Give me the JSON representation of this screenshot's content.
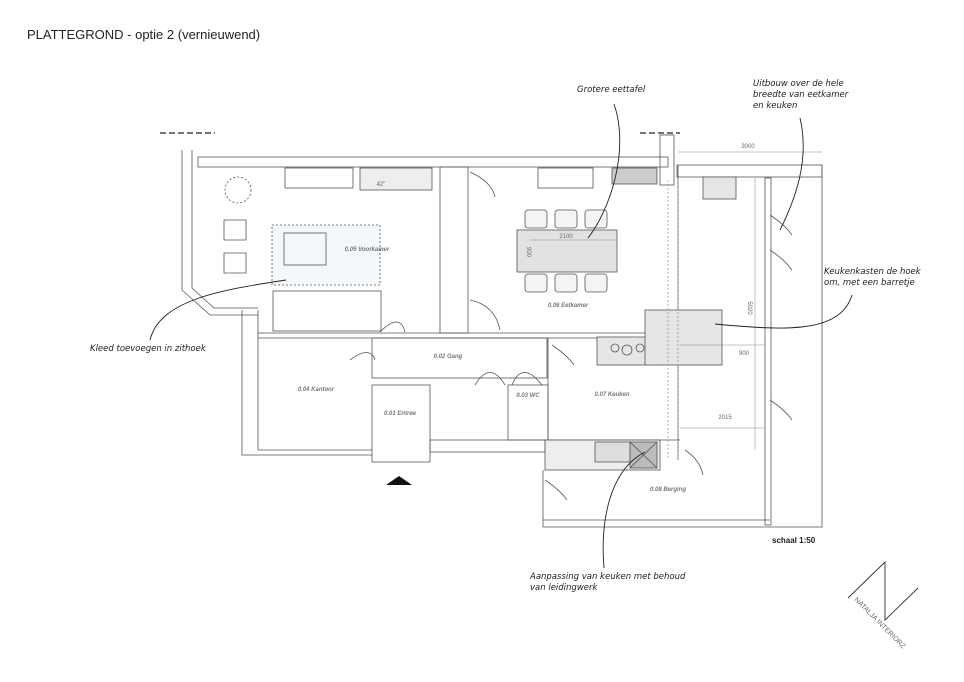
{
  "title": "PLATTEGROND - optie 2 (vernieuwend)",
  "rooms": {
    "voorkamer": "0.05 Voorkamer",
    "eetkamer": "0.06 Eetkamer",
    "gang": "0.02 Gang",
    "kantoor": "0.04 Kantoor",
    "entree": "0.01 Entree",
    "wc": "0.03 WC",
    "keuken": "0.07 Keuken",
    "berging": "0.08 Berging"
  },
  "dimensions": {
    "extension_width": "3000",
    "table_length": "2100",
    "table_width": "900",
    "extension_depth": "5020",
    "bar_width": "900",
    "kitchen_depth": "2015",
    "tv_size": "42\""
  },
  "annotations": {
    "table": "Grotere eettafel",
    "extension": [
      "Uitbouw over de hele",
      "breedte van eetkamer",
      "en keuken"
    ],
    "cabinets": [
      "Keukenkasten de hoek",
      "om, met een barretje"
    ],
    "rug": "Kleed toevoegen in zithoek",
    "kitchen": [
      "Aanpassing van keuken met behoud",
      "van leidingwerk"
    ]
  },
  "scale": "schaal 1:50",
  "logo_text": "NATALJA INTERIORZ"
}
